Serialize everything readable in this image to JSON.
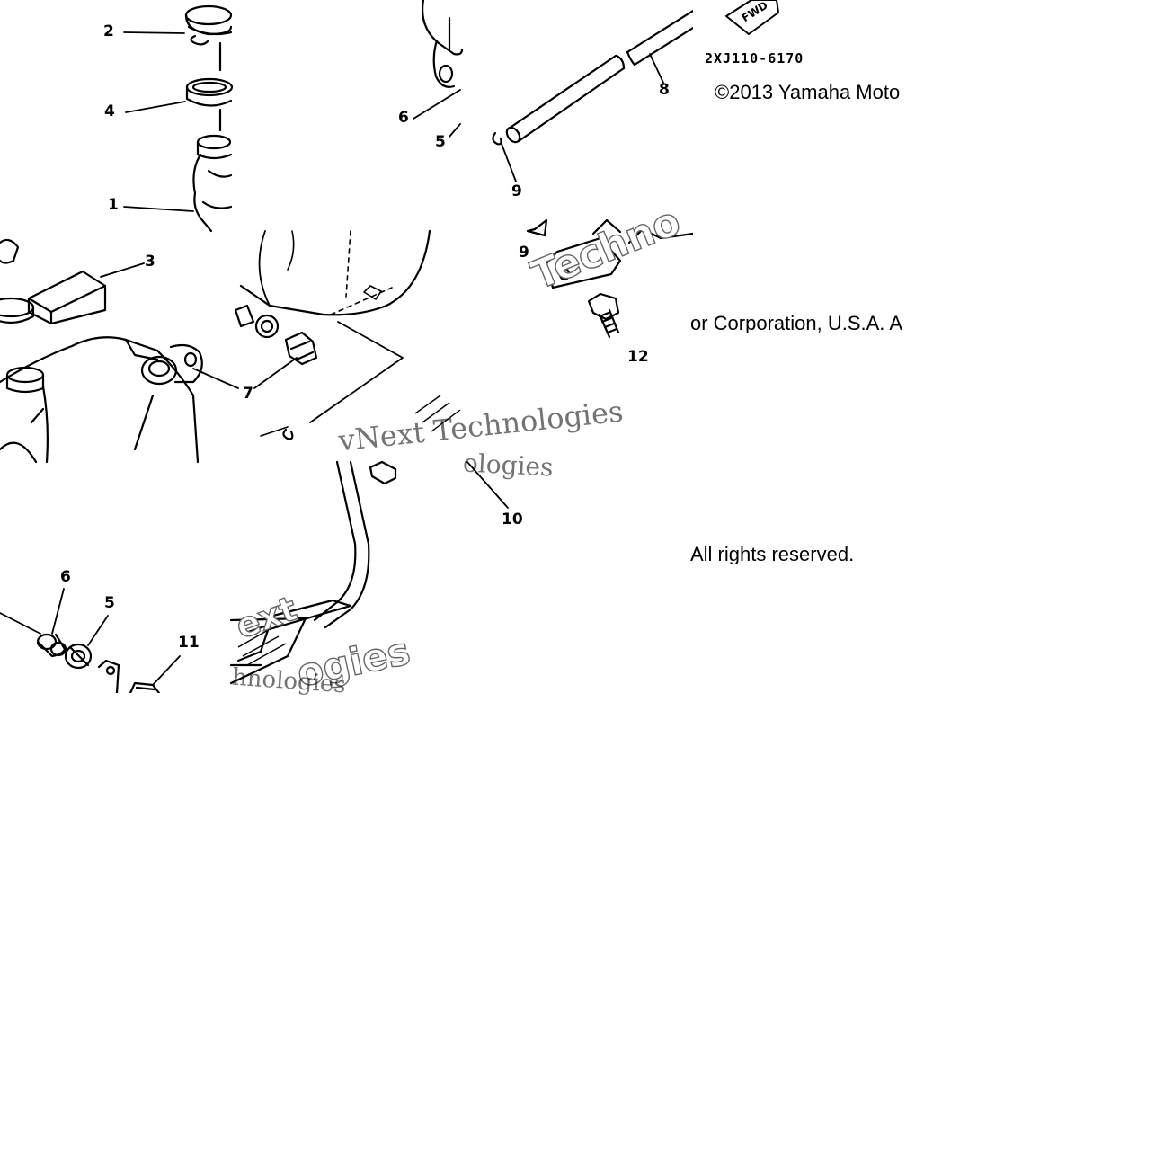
{
  "diagram": {
    "drawing_code": "2XJ110-6170",
    "fwd_label": "FWD",
    "copyright_lines": [
      "©2013 Yamaha Moto",
      "or Corporation, U.S.A. A",
      "All rights reserved."
    ],
    "watermark_text": "vNext Technologies",
    "watermark_fragments": [
      "Techno",
      "ologies",
      "ext",
      "ogies",
      "hnologies"
    ],
    "callouts": [
      "2",
      "4",
      "1",
      "3",
      "7",
      "6",
      "5",
      "8",
      "9",
      "9",
      "12",
      "10",
      "6",
      "5",
      "11"
    ]
  }
}
